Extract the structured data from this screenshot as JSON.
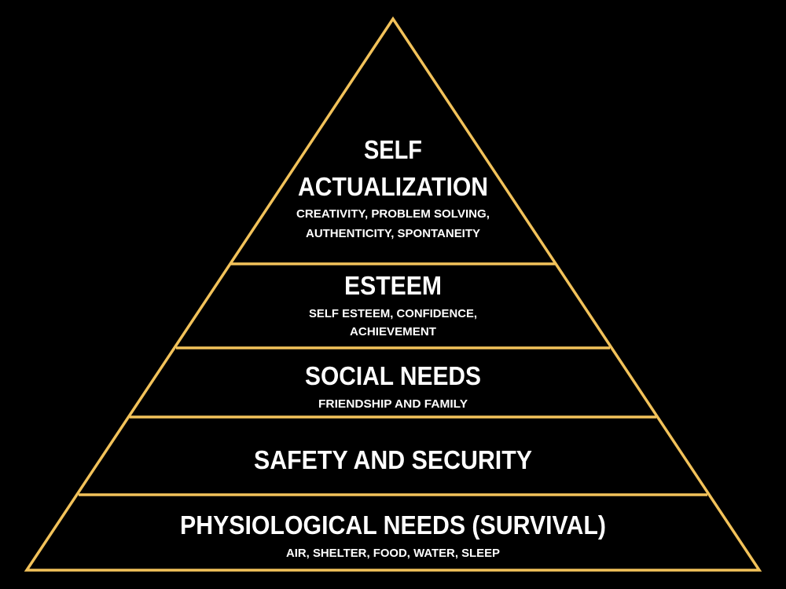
{
  "diagram": {
    "accent_color": "#f2c25a",
    "background_color": "#000000",
    "text_color": "#ffffff",
    "tiers": [
      {
        "title_line1": "SELF",
        "title_line2": "ACTUALIZATION",
        "detail_line1": "CREATIVITY, PROBLEM SOLVING,",
        "detail_line2": "AUTHENTICITY, SPONTANEITY"
      },
      {
        "title": "ESTEEM",
        "detail_line1": "SELF ESTEEM, CONFIDENCE,",
        "detail_line2": "ACHIEVEMENT"
      },
      {
        "title": "SOCIAL NEEDS",
        "detail": "FRIENDSHIP AND FAMILY"
      },
      {
        "title": "SAFETY AND SECURITY"
      },
      {
        "title": "PHYSIOLOGICAL NEEDS (SURVIVAL)",
        "detail": "AIR, SHELTER, FOOD, WATER, SLEEP"
      }
    ]
  }
}
